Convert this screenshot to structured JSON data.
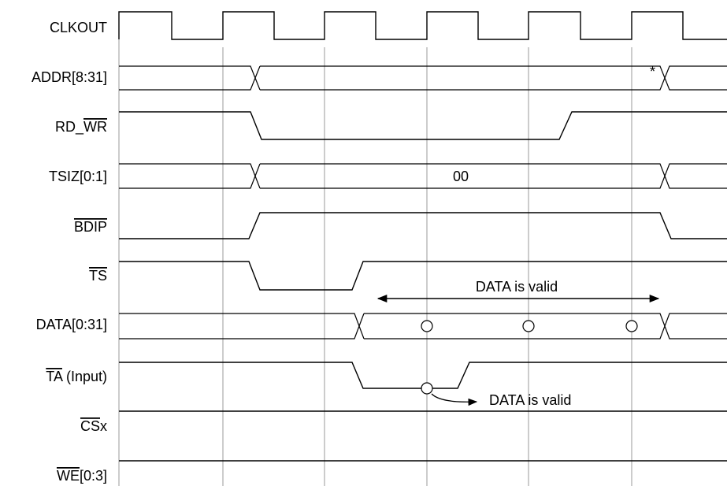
{
  "signals": [
    {
      "key": "clkout",
      "label": "CLKOUT",
      "overline": "",
      "suffix": ""
    },
    {
      "key": "addr",
      "label": "ADDR[8:31]",
      "overline": "",
      "suffix": ""
    },
    {
      "key": "rd_wr",
      "label": "RD_",
      "overline": "WR",
      "suffix": ""
    },
    {
      "key": "tsiz",
      "label": "TSIZ[0:1]",
      "overline": "",
      "suffix": ""
    },
    {
      "key": "bdip",
      "label": "",
      "overline": "BDIP",
      "suffix": ""
    },
    {
      "key": "ts",
      "label": "",
      "overline": "TS",
      "suffix": ""
    },
    {
      "key": "data",
      "label": "DATA[0:31]",
      "overline": "",
      "suffix": ""
    },
    {
      "key": "ta",
      "label": "",
      "overline": "TA",
      "suffix": " (Input)"
    },
    {
      "key": "csx",
      "label": "",
      "overline": "CS",
      "suffix": "x"
    },
    {
      "key": "we",
      "label": "",
      "overline": "WE",
      "suffix": "[0:3]"
    }
  ],
  "annotations": {
    "addr_marker": "*",
    "tsiz_value": "00",
    "data_valid_span": "DATA is valid",
    "ta_sample_note": "DATA is valid"
  }
}
